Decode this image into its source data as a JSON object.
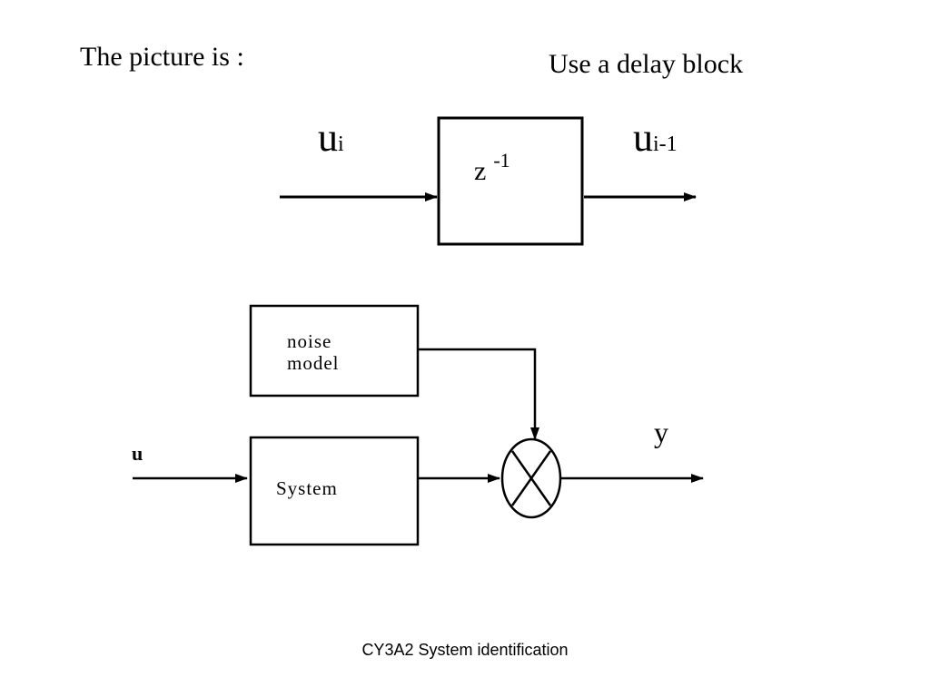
{
  "slide": {
    "left_heading": "The picture is :",
    "right_heading": "Use a delay block",
    "footer": "CY3A2  System identification"
  },
  "delay_block": {
    "input_symbol": "u",
    "input_subscript": "i",
    "output_symbol": "u",
    "output_subscript": "i-1",
    "operator": "z",
    "operator_exponent": "-1"
  },
  "system_diagram": {
    "noise_block_line1": "noise",
    "noise_block_line2": "model",
    "system_block": "System",
    "input_label": "u",
    "output_label": "y"
  }
}
